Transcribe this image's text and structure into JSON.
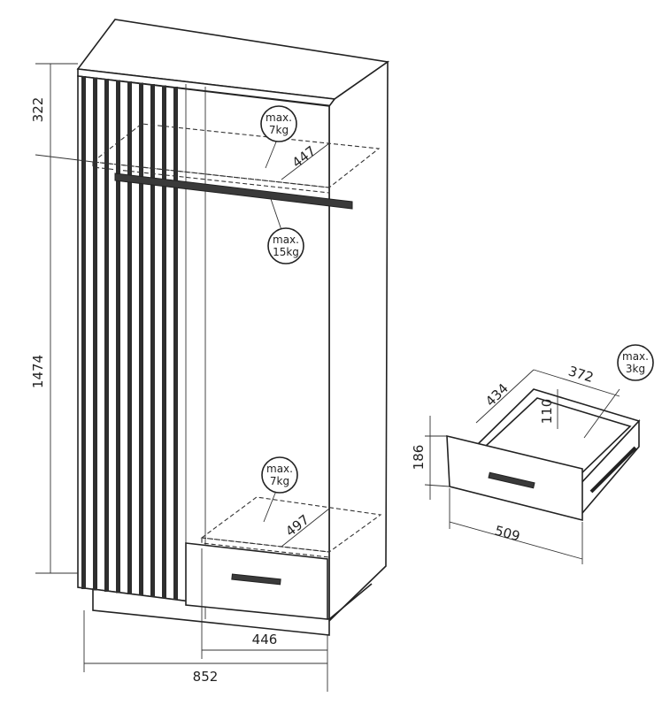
{
  "wardrobe": {
    "dims": {
      "top_section": "322",
      "height": "1474",
      "width": "852",
      "inner_width": "446",
      "shelf_depth": "447",
      "bottom_depth": "497"
    },
    "loads": {
      "top_shelf": {
        "line1": "max.",
        "line2": "7kg"
      },
      "rail": {
        "line1": "max.",
        "line2": "15kg"
      },
      "bottom_shelf": {
        "line1": "max.",
        "line2": "7kg"
      }
    }
  },
  "drawer": {
    "dims": {
      "depth": "434",
      "inner_width": "372",
      "inner_height": "110",
      "front_height": "186",
      "width": "509"
    },
    "load": {
      "line1": "max.",
      "line2": "3kg"
    }
  }
}
